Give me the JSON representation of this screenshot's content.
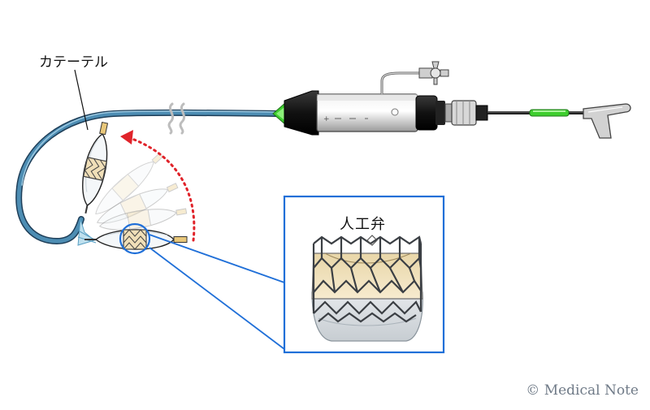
{
  "labels": {
    "catheter": "カテーテル",
    "valve": "人工弁"
  },
  "credit": "© Medical Note",
  "colors": {
    "tube": "#3f7fa5",
    "tube_dark": "#1f3f59",
    "accent_green": "#3fcf2f",
    "arrow_red": "#e0232a",
    "callout_blue": "#1f6fd8",
    "valve_fill": "#f0dfb8"
  },
  "icons": [
    "catheter",
    "delivery-handle",
    "stopcock",
    "balloon-valve",
    "prosthetic-valve",
    "break-mark",
    "rotation-arrow",
    "magnifier-callout"
  ]
}
